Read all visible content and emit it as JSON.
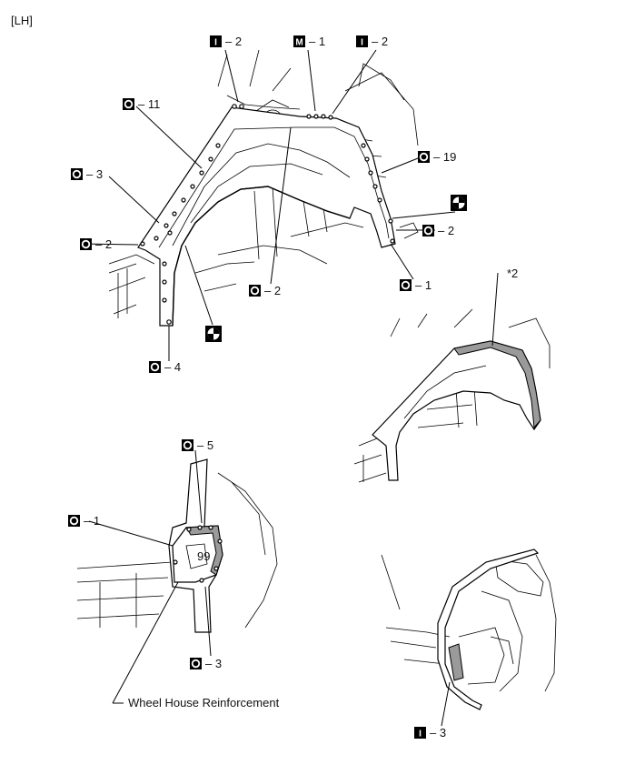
{
  "header": {
    "side_label": "[LH]"
  },
  "main_view": {
    "labels": [
      {
        "id": "i2-left",
        "symbol": "I",
        "text": "– 2"
      },
      {
        "id": "m1",
        "symbol": "M",
        "text": "– 1"
      },
      {
        "id": "i2-right",
        "symbol": "I",
        "text": "– 2"
      },
      {
        "id": "o11",
        "symbol": "O",
        "text": "– 11"
      },
      {
        "id": "o19",
        "symbol": "O",
        "text": "– 19"
      },
      {
        "id": "o3",
        "symbol": "O",
        "text": "– 3"
      },
      {
        "id": "o2-right",
        "symbol": "O",
        "text": "– 2"
      },
      {
        "id": "o2-left",
        "symbol": "O",
        "text": "– 2"
      },
      {
        "id": "o1",
        "symbol": "O",
        "text": "– 1"
      },
      {
        "id": "o2-bottom",
        "symbol": "O",
        "text": "– 2"
      },
      {
        "id": "o4",
        "symbol": "O",
        "text": "– 4"
      }
    ]
  },
  "detail_view": {
    "callout": "*2"
  },
  "lower_left_view": {
    "labels": [
      {
        "id": "o5",
        "symbol": "O",
        "text": "– 5"
      },
      {
        "id": "o1-lower",
        "symbol": "O",
        "text": "– 1"
      },
      {
        "id": "o3-lower",
        "symbol": "O",
        "text": "– 3"
      }
    ],
    "part_name": "Wheel House Reinforcement"
  },
  "lower_right_view": {
    "labels": [
      {
        "id": "i3",
        "symbol": "I",
        "text": "– 3"
      }
    ]
  },
  "symbols": {
    "I": {
      "letter": "I",
      "meaning": "icon"
    },
    "M": {
      "letter": "M",
      "meaning": "icon"
    },
    "O": {
      "letter": "",
      "meaning": "icon"
    }
  },
  "colors": {
    "ink": "#000000",
    "sealer_fill": "#9a9a9a",
    "background": "#ffffff"
  }
}
